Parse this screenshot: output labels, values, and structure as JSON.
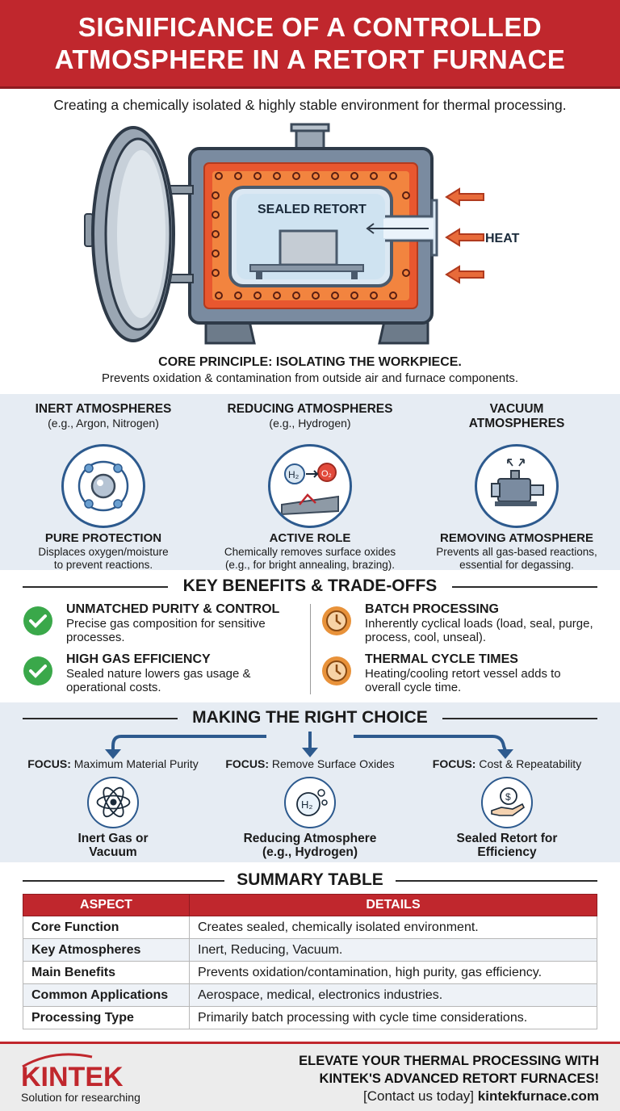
{
  "header": {
    "title_line1": "SIGNIFICANCE OF A CONTROLLED",
    "title_line2": "ATMOSPHERE IN A RETORT FURNACE"
  },
  "subtitle": "Creating a chemically isolated & highly stable environment for thermal processing.",
  "diagram": {
    "retort_label": "SEALED RETORT",
    "heat_label": "HEAT"
  },
  "core": {
    "heading": "CORE PRINCIPLE: ISOLATING THE WORKPIECE.",
    "text": "Prevents oxidation & contamination from outside air and furnace components."
  },
  "atmospheres": [
    {
      "title": "INERT ATMOSPHERES",
      "sub": "(e.g., Argon, Nitrogen)",
      "icon": "atom-icon",
      "benefit": "PURE PROTECTION",
      "desc1": "Displaces oxygen/moisture",
      "desc2": "to prevent reactions."
    },
    {
      "title": "REDUCING ATMOSPHERES",
      "sub": "(e.g., Hydrogen)",
      "icon": "h2-reaction-icon",
      "benefit": "ACTIVE ROLE",
      "desc1": "Chemically removes surface oxides",
      "desc2": "(e.g., for bright annealing, brazing)."
    },
    {
      "title": "VACUUM",
      "sub": "ATMOSPHERES",
      "icon": "vacuum-pump-icon",
      "benefit": "REMOVING ATMOSPHERE",
      "desc1": "Prevents all gas-based reactions,",
      "desc2": "essential for degassing."
    }
  ],
  "benefits_title": "KEY BENEFITS & TRADE-OFFS",
  "benefits": [
    {
      "title": "UNMATCHED PURITY & CONTROL",
      "text": "Precise gas composition for sensitive processes.",
      "icon": "check-icon"
    },
    {
      "title": "HIGH GAS EFFICIENCY",
      "text": "Sealed nature lowers gas usage & operational costs.",
      "icon": "check-icon"
    },
    {
      "title": "BATCH PROCESSING",
      "text": "Inherently cyclical loads (load, seal, purge, process, cool, unseal).",
      "icon": "clock-icon"
    },
    {
      "title": "THERMAL CYCLE TIMES",
      "text": "Heating/cooling retort vessel adds to overall cycle time.",
      "icon": "clock-icon"
    }
  ],
  "choice_title": "MAKING THE RIGHT CHOICE",
  "choices": [
    {
      "focus_label": "FOCUS:",
      "focus": "Maximum Material Purity",
      "result1": "Inert Gas or",
      "result2": "Vacuum",
      "icon": "atom-icon"
    },
    {
      "focus_label": "FOCUS:",
      "focus": "Remove Surface Oxides",
      "result1": "Reducing Atmosphere",
      "result2": "(e.g., Hydrogen)",
      "icon": "h2-icon"
    },
    {
      "focus_label": "FOCUS:",
      "focus": "Cost & Repeatability",
      "result1": "Sealed Retort for",
      "result2": "Efficiency",
      "icon": "coin-hand-icon"
    }
  ],
  "summary": {
    "title": "SUMMARY TABLE",
    "headers": [
      "ASPECT",
      "DETAILS"
    ],
    "rows": [
      [
        "Core Function",
        "Creates sealed, chemically isolated environment."
      ],
      [
        "Key Atmospheres",
        "Inert, Reducing, Vacuum."
      ],
      [
        "Main Benefits",
        "Prevents oxidation/contamination, high purity, gas efficiency."
      ],
      [
        "Common Applications",
        "Aerospace, medical, electronics industries."
      ],
      [
        "Processing Type",
        "Primarily batch processing with cycle time considerations."
      ]
    ]
  },
  "footer": {
    "brand": "KINTEK",
    "tagline": "Solution for researching",
    "cta1": "ELEVATE YOUR THERMAL PROCESSING WITH",
    "cta2": "KINTEK'S ADVANCED RETORT FURNACES!",
    "cta3_pre": "[Contact us today]",
    "cta3_link": "kintekfurnace.com"
  },
  "colors": {
    "brand_red": "#c0272d",
    "navy": "#2d5a8e",
    "panel_blue": "#e6ecf3",
    "check_green": "#3aa84a",
    "clock_orange": "#e8923a"
  }
}
